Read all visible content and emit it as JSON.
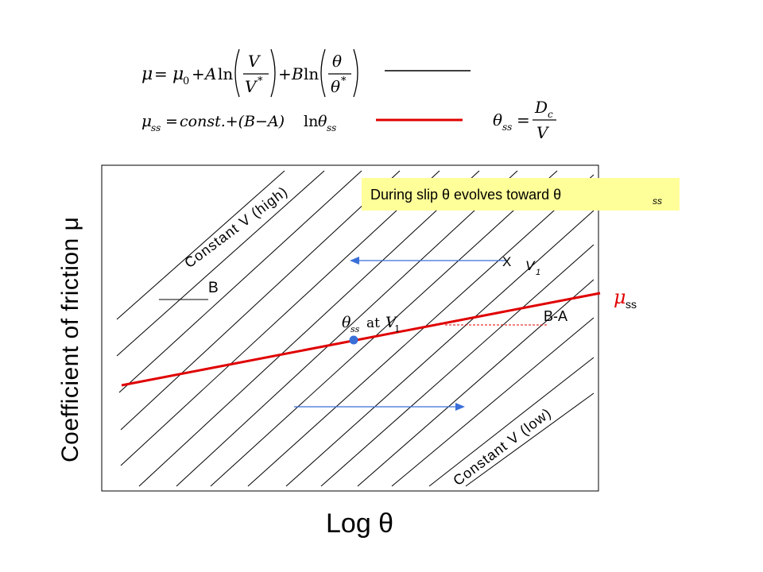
{
  "equations": {
    "rate_state": {
      "mu": "μ",
      "eq": "=",
      "mu0": "μ",
      "mu0_sub": "0",
      "plus1": "+",
      "A": "A",
      "ln1": "ln",
      "V_num": "V",
      "V_den": "V",
      "V_star": "*",
      "plus2": "+",
      "B": "B",
      "ln2": "ln",
      "th_num": "θ",
      "th_den": "θ",
      "th_star": "*"
    },
    "steady_state": {
      "mu": "μ",
      "mu_sub": "ss",
      "eq": "=",
      "rhs": "const.+(B−A)",
      "ln": "ln",
      "theta": "θ",
      "theta_sub": "ss"
    },
    "theta_ss": {
      "theta": "θ",
      "sub": "ss",
      "eq": "=",
      "num": "D",
      "num_sub": "c",
      "den": "V"
    },
    "legend": {
      "black_line_color": "#000000",
      "red_line_color": "#e00000"
    }
  },
  "diagram": {
    "y_axis_label": "Coefficient of friction μ",
    "x_axis_label": "Log θ",
    "label_constant_high": "Constant V (high)",
    "label_constant_low": "Constant V (low)",
    "label_v1": "V",
    "label_v1_sub": "1",
    "label_b": "B",
    "label_b_minus_a": "B-A",
    "label_mu_ss": "μ",
    "label_mu_ss_sub": "ss",
    "marker_x": "X",
    "theta_ss_label": {
      "theta": "θ",
      "sub": "ss",
      "at": "at",
      "V": "V",
      "V_sub": "1"
    },
    "callout": {
      "text": "During slip θ evolves toward θ",
      "sub": "ss",
      "bg": "#ffff99"
    },
    "colors": {
      "steady_state_line": "#e00000",
      "arrow": "#3a6fd8",
      "b_minus_a": "#e00000",
      "callout_bg": "#ffff99"
    }
  }
}
